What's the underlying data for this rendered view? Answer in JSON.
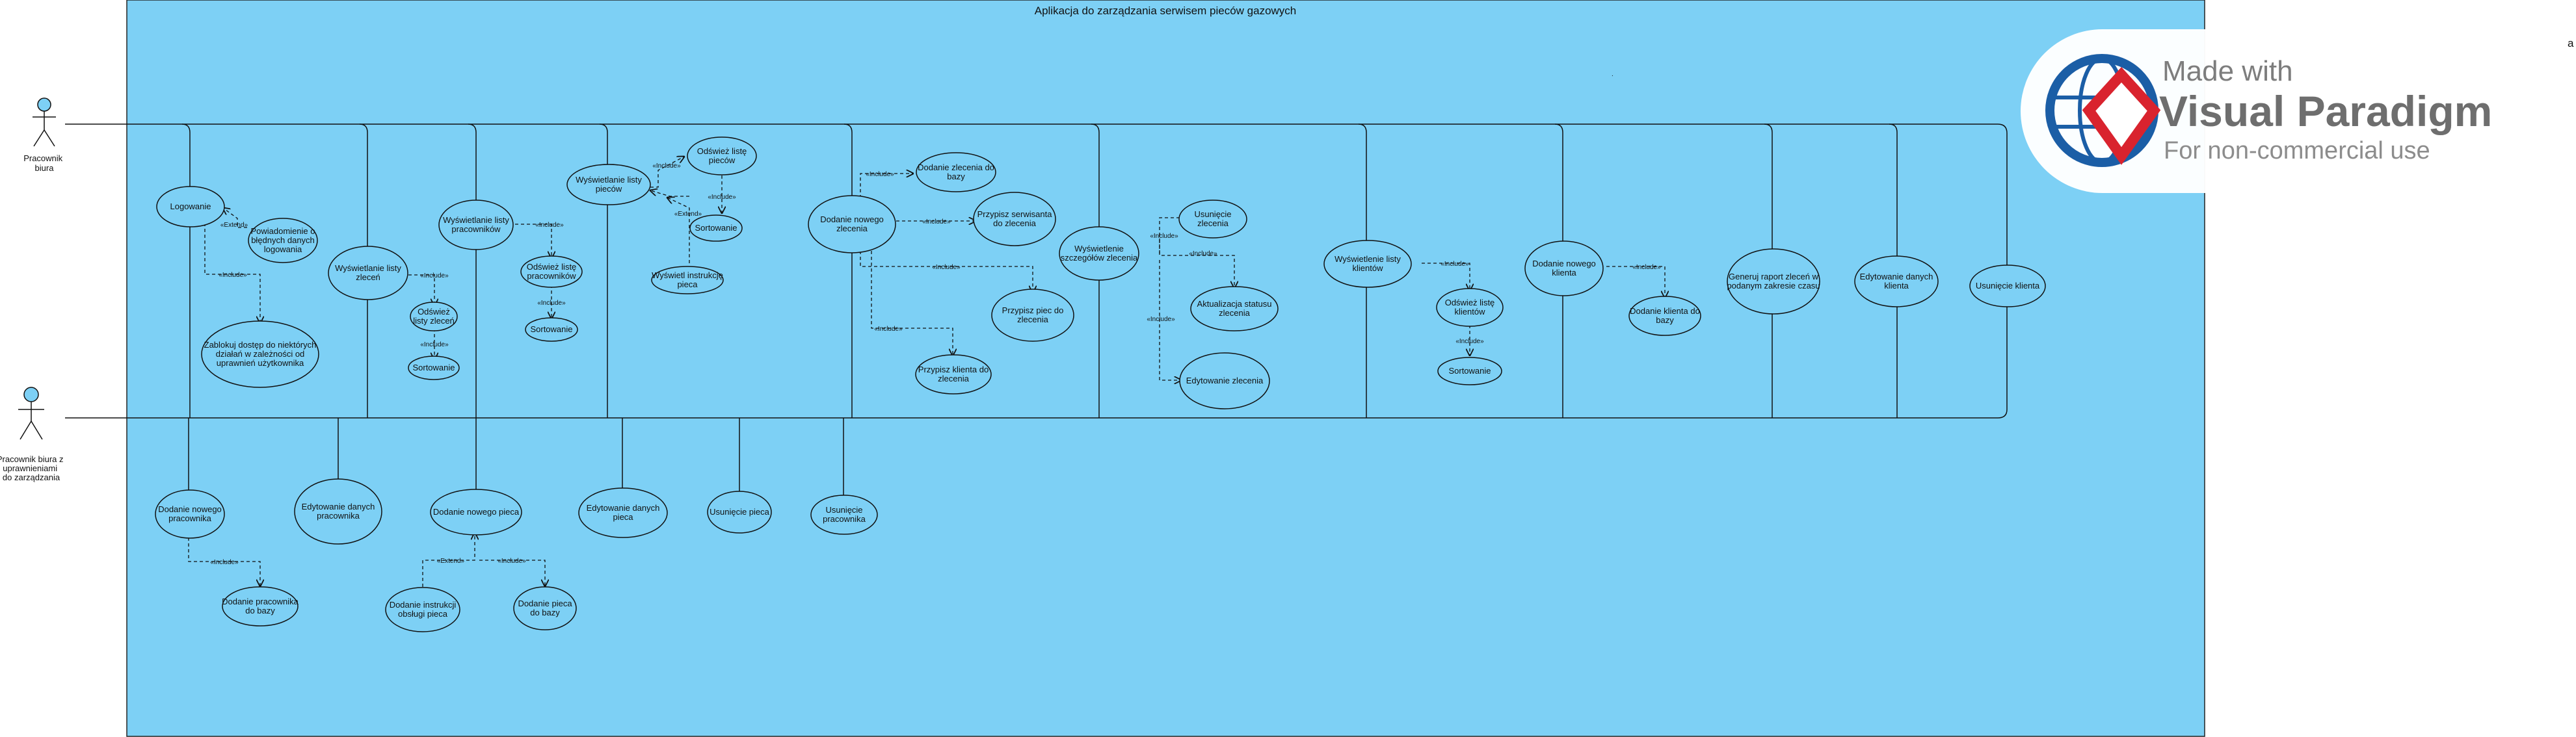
{
  "system": {
    "title": "Aplikacja do zarządzania serwisem pieców gazowych"
  },
  "actors": {
    "office_worker": [
      "Pracownik",
      "biura"
    ],
    "manager": [
      "Pracownik biura z",
      "uprawnieniami",
      "do zarządzania"
    ]
  },
  "use_cases": {
    "login": [
      "Logowanie"
    ],
    "failed_login_notice": [
      "Powiadomienie o",
      "błędnych danych",
      "logowania"
    ],
    "lock_access": [
      "Zablokuj dostęp do niektórych",
      "działań w zależności od",
      "uprawnień użytkownika"
    ],
    "show_orders": [
      "Wyświetlanie listy",
      "zleceń"
    ],
    "refresh_orders": [
      "Odśwież",
      "listy zleceń"
    ],
    "sort_orders": [
      "Sortowanie"
    ],
    "show_workers": [
      "Wyświetlanie listy",
      "pracowników"
    ],
    "refresh_workers": [
      "Odśwież listę",
      "pracowników"
    ],
    "sort_workers": [
      "Sortowanie"
    ],
    "show_furnaces": [
      "Wyświetlanie listy",
      "pieców"
    ],
    "refresh_furnaces": [
      "Odśwież listę",
      "pieców"
    ],
    "sort_furnaces": [
      "Sortowanie"
    ],
    "show_manual": [
      "Wyświetl instrukcję",
      "pieca"
    ],
    "add_order": [
      "Dodanie nowego",
      "zlecenia"
    ],
    "add_order_db": [
      "Dodanie zlecenia do",
      "bazy"
    ],
    "assign_technician": [
      "Przypisz serwisanta",
      "do zlecenia"
    ],
    "assign_furnace": [
      "Przypisz piec do",
      "zlecenia"
    ],
    "assign_client": [
      "Przypisz klienta do",
      "zlecenia"
    ],
    "order_details": [
      "Wyświetlenie",
      "szczegółów zlecenia"
    ],
    "delete_order": [
      "Usunięcie",
      "zlecenia"
    ],
    "update_status": [
      "Aktualizacja statusu",
      "zlecenia"
    ],
    "edit_order": [
      "Edytowanie zlecenia"
    ],
    "show_clients": [
      "Wyświetlenie listy",
      "klientów"
    ],
    "refresh_clients": [
      "Odśwież listę",
      "klientów"
    ],
    "sort_clients": [
      "Sortowanie"
    ],
    "add_client": [
      "Dodanie nowego",
      "klienta"
    ],
    "add_client_db": [
      "Dodanie klienta do",
      "bazy"
    ],
    "report": [
      "Generuj raport zleceń w",
      "podanym zakresie czasu"
    ],
    "edit_client": [
      "Edytowanie danych",
      "klienta"
    ],
    "delete_client": [
      "Usunięcie klienta"
    ],
    "add_worker": [
      "Dodanie nowego",
      "pracownika"
    ],
    "add_worker_db": [
      "Dodanie pracownika",
      "do bazy"
    ],
    "edit_worker": [
      "Edytowanie danych",
      "pracownika"
    ],
    "add_furnace": [
      "Dodanie nowego pieca"
    ],
    "add_manual": [
      "Dodanie instrukcji",
      "obsługi pieca"
    ],
    "add_furnace_db": [
      "Dodanie pieca",
      "do bazy"
    ],
    "edit_furnace": [
      "Edytowanie danych",
      "pieca"
    ],
    "delete_furnace": [
      "Usunięcie pieca"
    ],
    "delete_worker": [
      "Usunięcie",
      "pracownika"
    ]
  },
  "relations": {
    "include": "«Include»",
    "extend": "«Extend»"
  },
  "stray": {
    "dot": ".",
    "corner_a": "a"
  },
  "watermark": {
    "line1": "Made with",
    "line2": "Visual Paradigm",
    "line3": "For non-commercial use"
  },
  "colors": {
    "system_fill": "#7dd0f5",
    "actor_head": "#7dd0f5",
    "watermark_red": "#d9232e",
    "watermark_blue": "#1b5ea6"
  }
}
